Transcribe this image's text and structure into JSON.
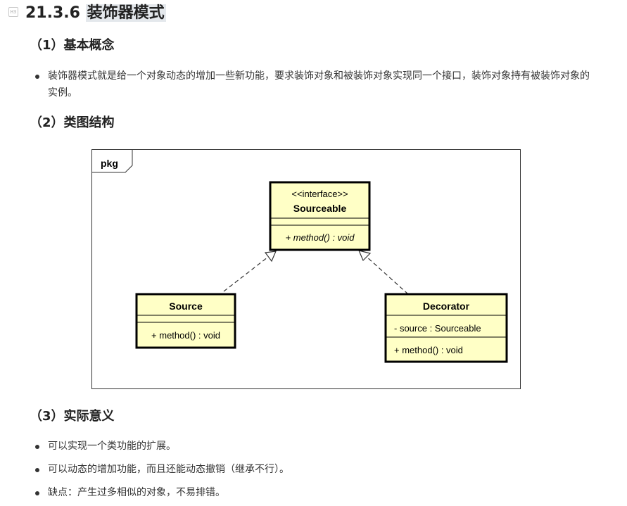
{
  "heading": {
    "number": "21.3.6",
    "title": "装饰器模式"
  },
  "sections": [
    {
      "title": "（1）基本概念",
      "bullets": [
        "装饰器模式就是给一个对象动态的增加一些新功能，要求装饰对象和被装饰对象实现同一个接口，装饰对象持有被装饰对象的实例。"
      ]
    },
    {
      "title": "（2）类图结构"
    },
    {
      "title": "（3）实际意义",
      "bullets": [
        "可以实现一个类功能的扩展。",
        "可以动态的增加功能，而且还能动态撤销（继承不行）。",
        "缺点：产生过多相似的对象，不易排错。"
      ]
    }
  ],
  "diagram": {
    "package_label": "pkg",
    "classes": {
      "sourceable": {
        "stereotype": "<<interface>>",
        "name": "Sourceable",
        "method": "+ method() : void"
      },
      "source": {
        "name": "Source",
        "method": "+ method() : void"
      },
      "decorator": {
        "name": "Decorator",
        "field": "- source : Sourceable",
        "method": "+ method() : void"
      }
    },
    "colors": {
      "class_fill": "#ffffc6",
      "border": "#000000"
    }
  }
}
